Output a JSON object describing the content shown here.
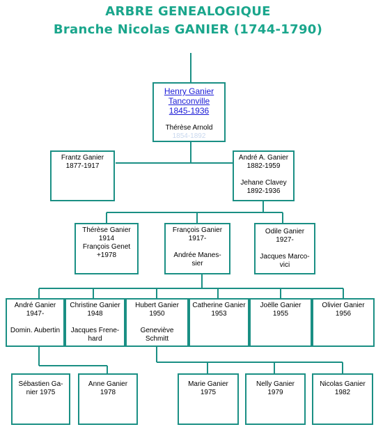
{
  "header": {
    "title": "ARBRE GENEALOGIQUE",
    "subtitle": "Branche Nicolas GANIER (1744-1790)"
  },
  "root": {
    "name": "Henry Ganier",
    "place": "Tanconville",
    "dates": "1845-1936",
    "spouse": "Thérèse Arnold",
    "spouse_dates": "1854-1892"
  },
  "gen2": [
    {
      "lines": [
        "Frantz Ganier",
        "1877-1917"
      ],
      "spouse": []
    },
    {
      "lines": [
        "André A. Ganier",
        "1882-1959"
      ],
      "spouse": [
        "Jehane Clavey",
        "1892-1936"
      ]
    }
  ],
  "gen3": [
    {
      "lines": [
        "Thérèse Ganier",
        "1914",
        "François Genet",
        "+1978"
      ],
      "spouse": []
    },
    {
      "lines": [
        "François Ganier",
        "1917-"
      ],
      "spouse": [
        "Andrée Manes-",
        "sier"
      ]
    },
    {
      "lines": [
        "Odile Ganier",
        "1927-"
      ],
      "spouse": [
        "Jacques Marco-",
        "vici"
      ]
    }
  ],
  "gen4": [
    {
      "lines": [
        "André Ganier",
        "1947-"
      ],
      "spouse": [
        "Domin. Aubertin"
      ]
    },
    {
      "lines": [
        "Christine Ganier",
        "1948"
      ],
      "spouse": [
        "Jacques Frene-",
        "hard"
      ]
    },
    {
      "lines": [
        "Hubert Ganier",
        "1950"
      ],
      "spouse": [
        "Geneviève",
        "Schmitt"
      ]
    },
    {
      "lines": [
        "Catherine Ganier",
        "1953"
      ],
      "spouse": []
    },
    {
      "lines": [
        "Joëlle Ganier",
        "1955"
      ],
      "spouse": []
    },
    {
      "lines": [
        "Olivier Ganier",
        "1956"
      ],
      "spouse": []
    }
  ],
  "gen5": [
    {
      "lines": [
        "Sébastien Ga-",
        "nier 1975"
      ]
    },
    {
      "lines": [
        "Anne Ganier",
        "1978"
      ]
    },
    {
      "lines": [
        "Marie Ganier",
        "1975"
      ]
    },
    {
      "lines": [
        "Nelly Ganier",
        "1979"
      ]
    },
    {
      "lines": [
        "Nicolas Ganier",
        "1982"
      ]
    }
  ]
}
